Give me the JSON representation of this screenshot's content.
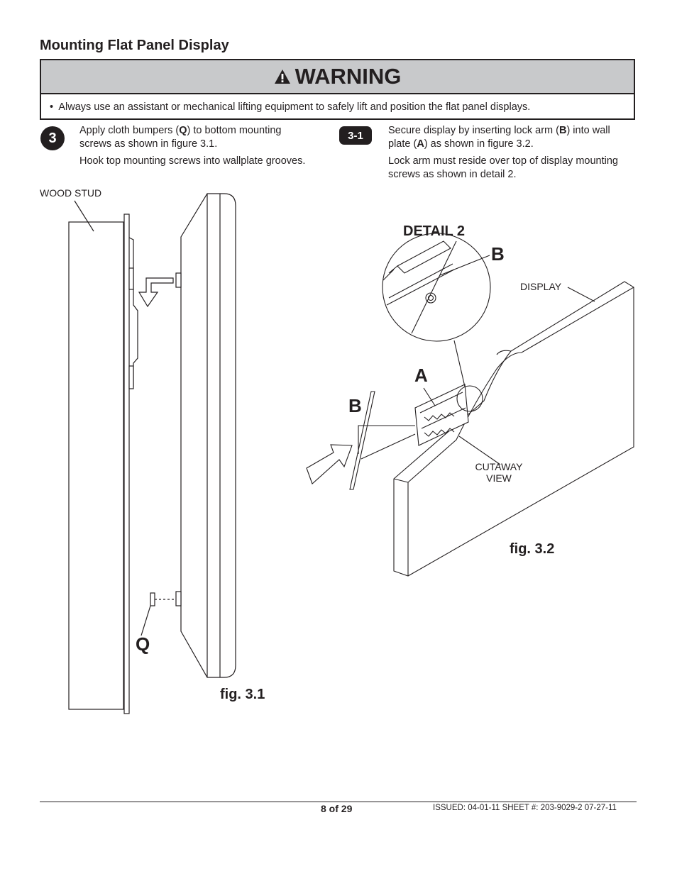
{
  "header": {
    "title": "Mounting Flat Panel Display"
  },
  "warning": {
    "title": "WARNING",
    "bullet": "•",
    "text": "Always use an assistant or mechanical lifting equipment to safely lift and position the flat panel displays."
  },
  "step3": {
    "number": "3",
    "line1_pre": "Apply cloth bumpers (",
    "line1_bold": "Q",
    "line1_post": ") to bottom mounting",
    "line2": "screws as shown in figure 3.1.",
    "line3": "Hook top mounting screws into wallplate grooves."
  },
  "step31": {
    "number": "3-1",
    "line1_pre": "Secure display by inserting lock arm (",
    "line1_bold": "B",
    "line1_post": ") into wall",
    "line2_pre": "plate (",
    "line2_bold": "A",
    "line2_post": ") as shown in figure 3.2.",
    "line3": "Lock arm must reside over top of display mounting",
    "line4": "screws as shown in detail 2."
  },
  "fig31": {
    "wood_stud_label": "WOOD STUD",
    "q_label": "Q",
    "caption": "fig. 3.1"
  },
  "fig32": {
    "detail_label": "DETAIL 2",
    "b_label_detail": "B",
    "display_label": "DISPLAY",
    "a_label": "A",
    "b_label": "B",
    "cutaway_line1": "CUTAWAY",
    "cutaway_line2": "VIEW",
    "caption": "fig. 3.2"
  },
  "footer": {
    "page": "8 of 29",
    "issued": "ISSUED: 04-01-11  SHEET #: 203-9029-2  07-27-11"
  }
}
